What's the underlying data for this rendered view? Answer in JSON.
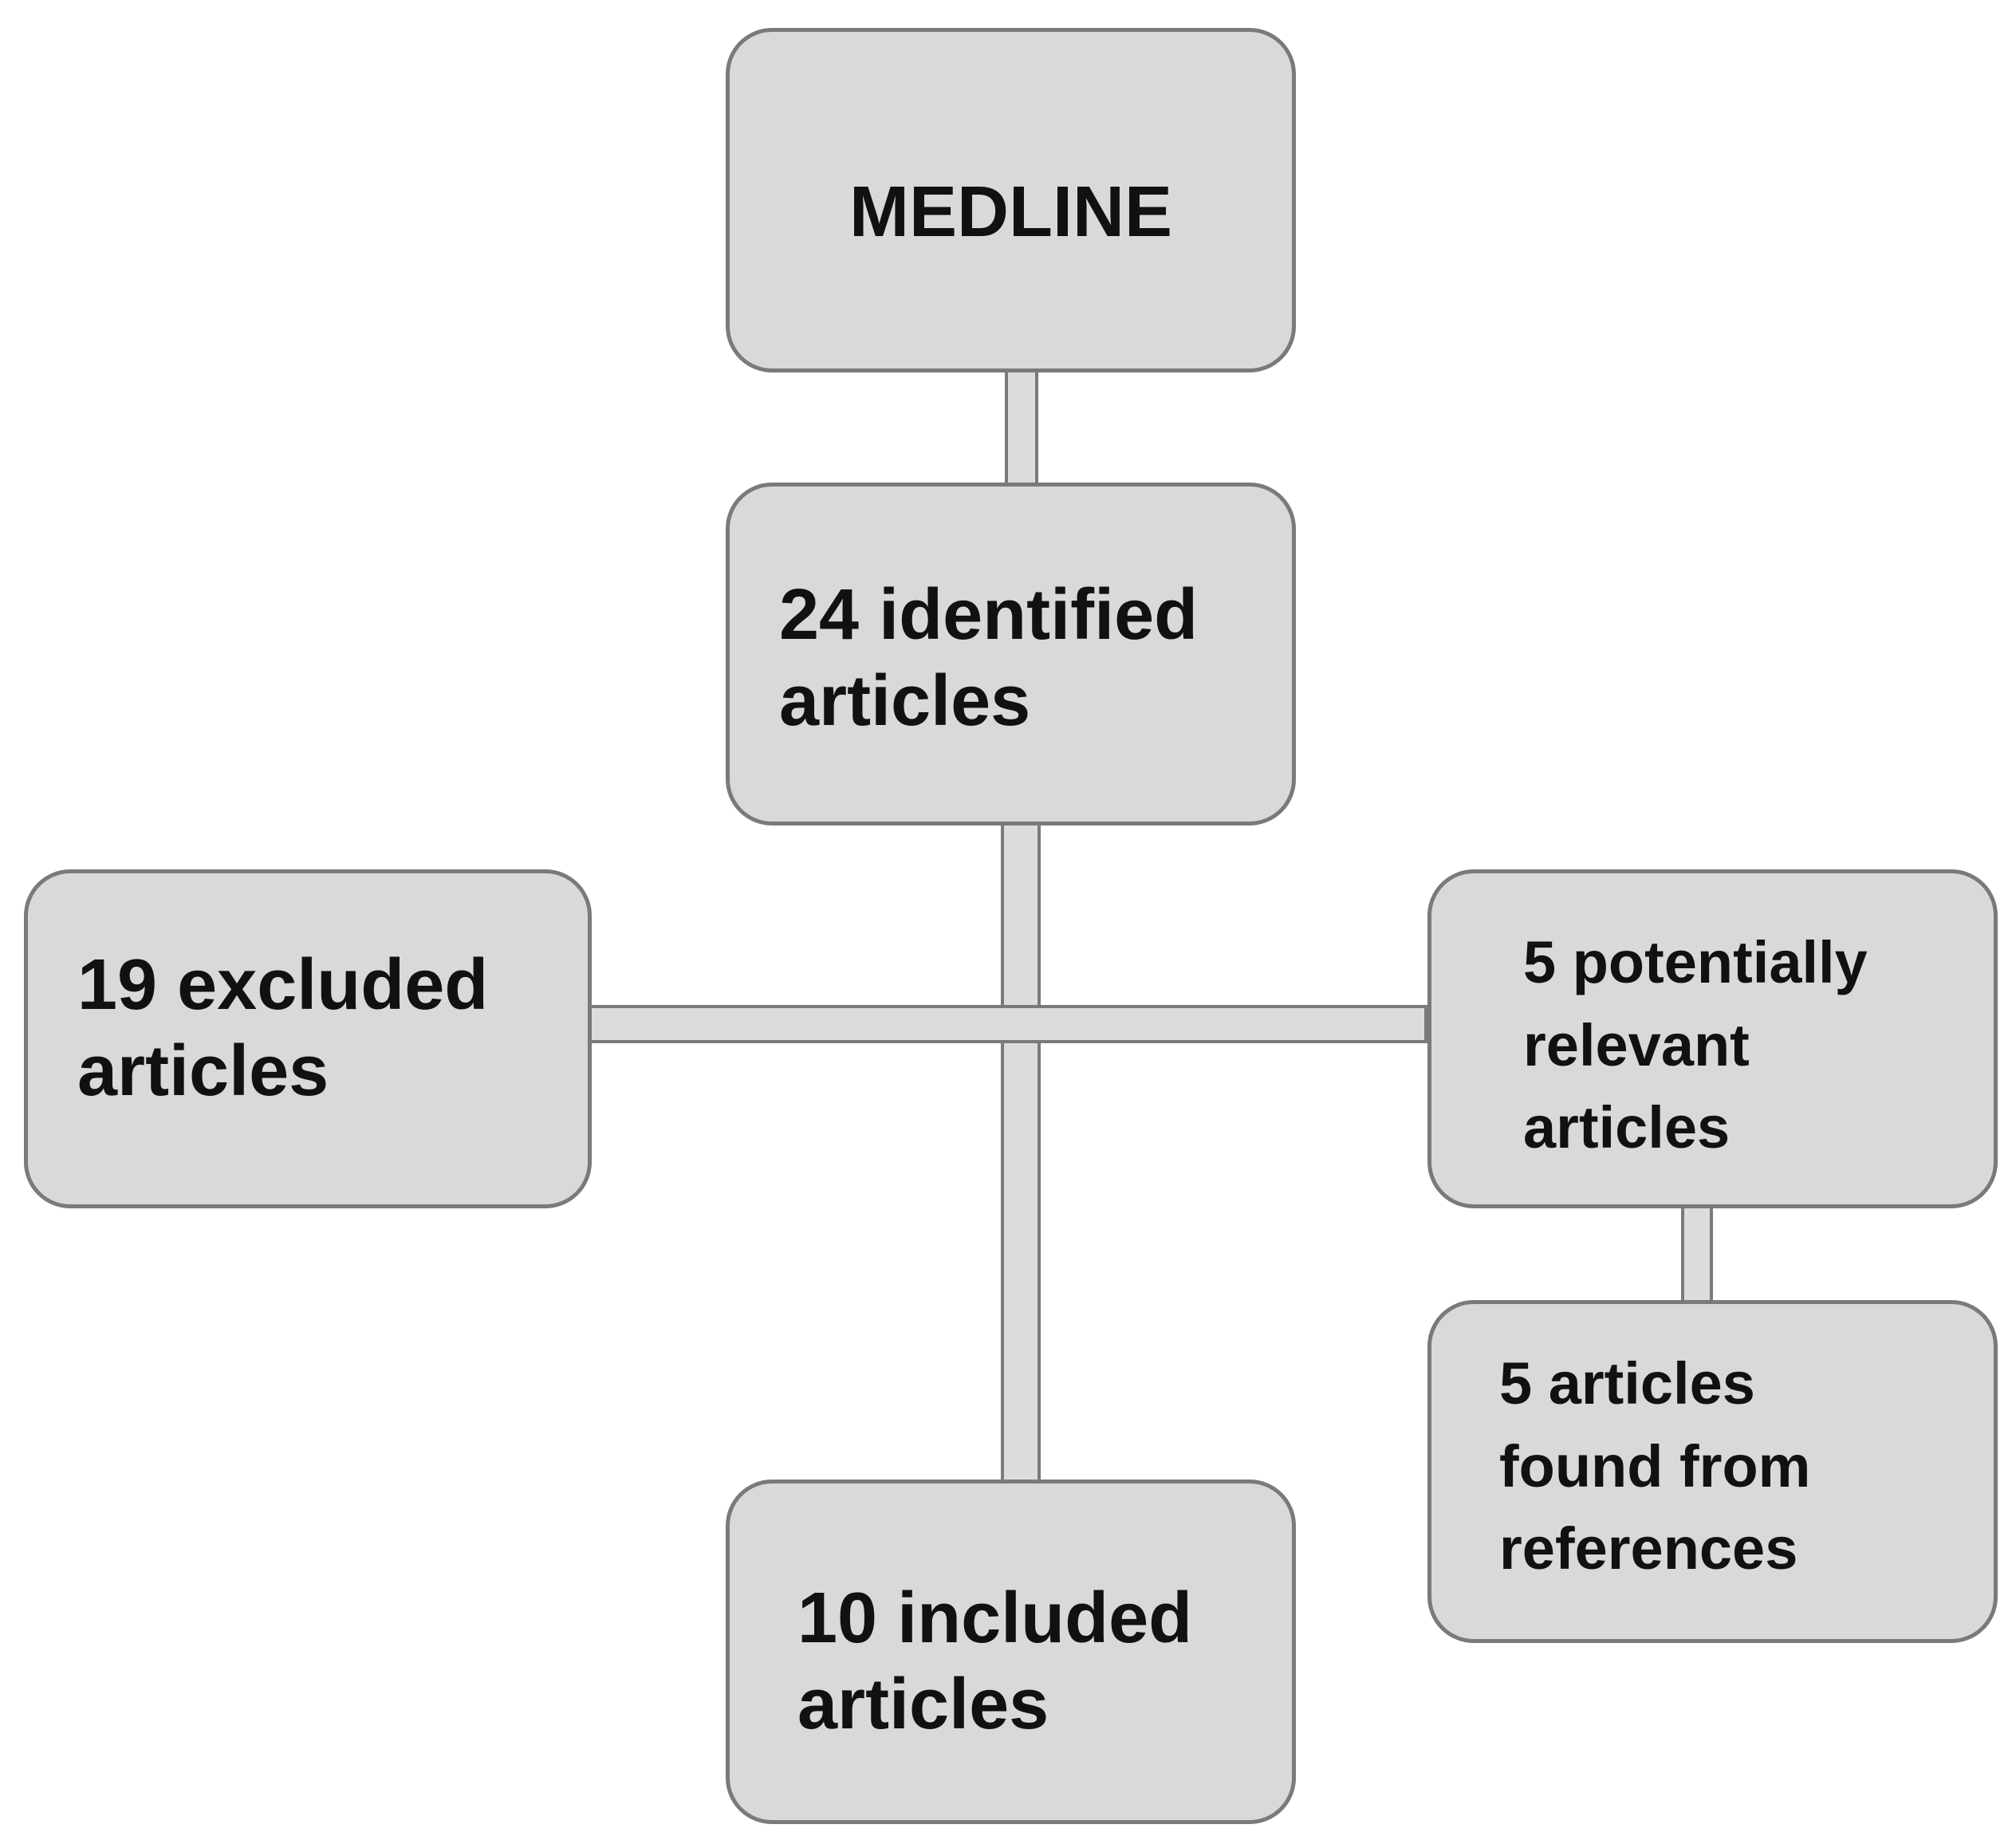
{
  "boxes": {
    "medline": "MEDLINE",
    "identified": "24 identified\narticles",
    "excluded": "19 excluded\narticles",
    "potentially_relevant": "5 potentially\nrelevant\narticles",
    "found_from_references": "5 articles\nfound from\nreferences",
    "included": "10 included\narticles"
  },
  "colors": {
    "box_fill": "#d9d9d9",
    "box_border": "#7a7a7a",
    "connector_fill": "#dcdcdc",
    "text": "#111111"
  }
}
